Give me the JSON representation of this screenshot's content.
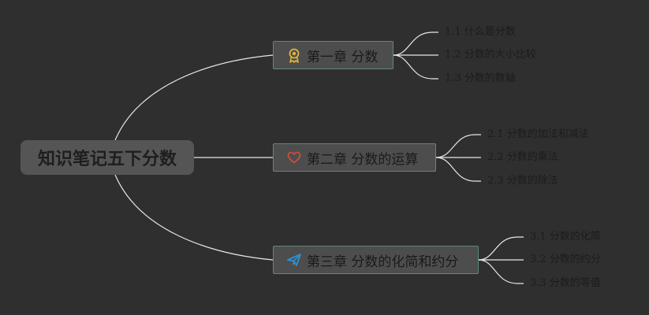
{
  "root": {
    "title": "知识笔记五下分数"
  },
  "chapters": [
    {
      "label": "第一章 分数",
      "icon": "award-ribbon-icon",
      "icon_color": "#e0b43a",
      "items": [
        "1.1 什么是分数",
        "1.2 分数的大小比较",
        "1.3 分数的数轴"
      ]
    },
    {
      "label": "第二章 分数的运算",
      "icon": "heart-icon",
      "icon_color": "#c9503c",
      "items": [
        "2.1 分数的加法和减法",
        "2.2 分数的乘法",
        "2.3 分数的除法"
      ]
    },
    {
      "label": "第三章 分数的化简和约分",
      "icon": "paper-plane-icon",
      "icon_color": "#2f8fd0",
      "items": [
        "3.1 分数的化简",
        "3.2 分数的约分",
        "3.3 分数的等值"
      ]
    }
  ],
  "colors": {
    "background": "#2f2f2f",
    "connector": "#e6e6e6",
    "chapter_border": "#5a8a7f"
  }
}
